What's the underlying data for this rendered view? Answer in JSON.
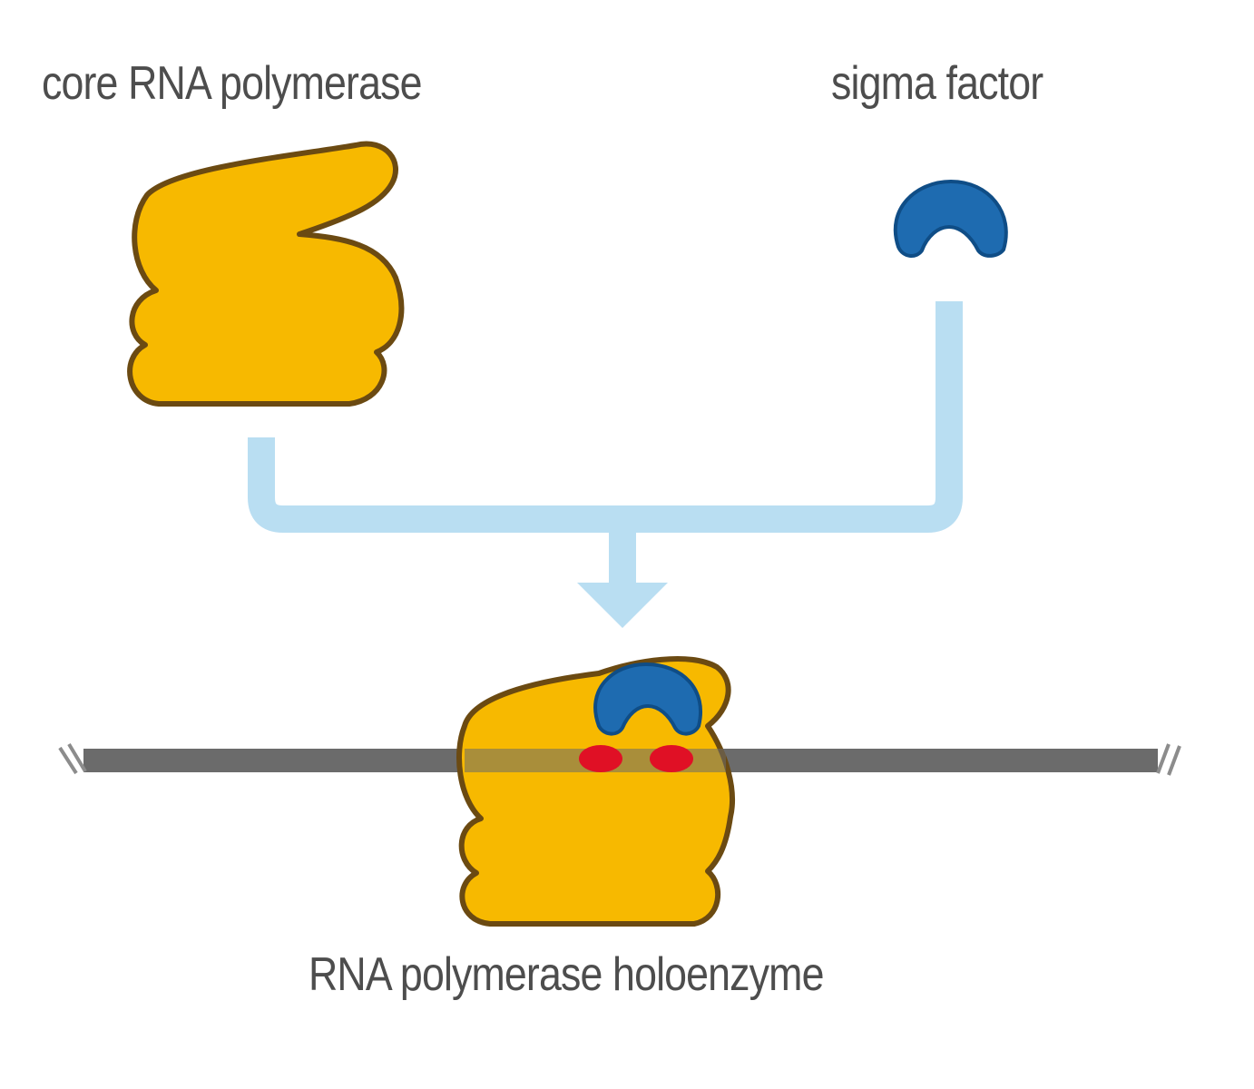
{
  "labels": {
    "core": "core RNA polymerase",
    "sigma": "sigma factor",
    "holoenzyme": "RNA polymerase holoenzyme"
  },
  "colors": {
    "polymerase_fill": "#f7b900",
    "polymerase_outline": "#6b4a12",
    "sigma_fill": "#1e6bb0",
    "sigma_outline": "#0f4d86",
    "arrow": "#b9def2",
    "dna": "#6b6b6b",
    "promoter": "#e01025",
    "text": "#4d4d4d"
  }
}
